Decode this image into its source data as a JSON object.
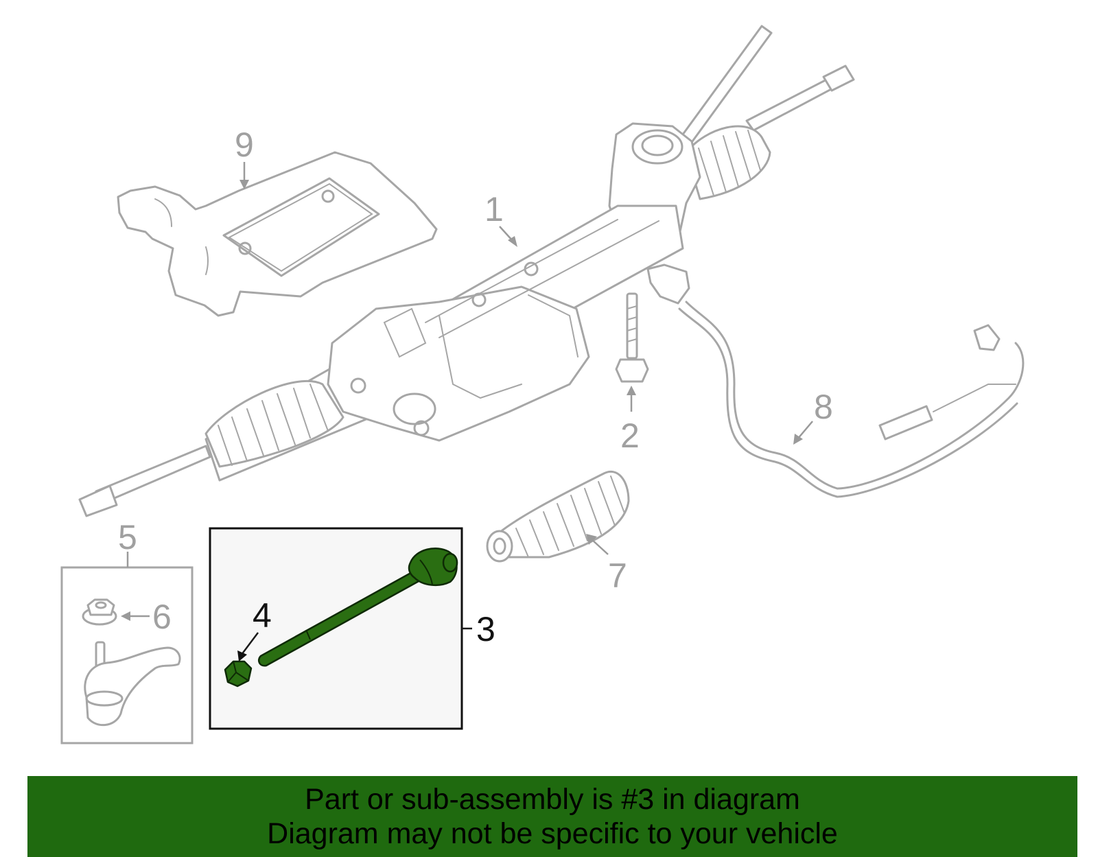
{
  "callouts": {
    "c1": "1",
    "c2": "2",
    "c3": "3",
    "c4": "4",
    "c5": "5",
    "c6": "6",
    "c7": "7",
    "c8": "8",
    "c9": "9"
  },
  "banner": {
    "line1": "Part or sub-assembly is #3 in diagram",
    "line2": "Diagram may not be specific to your vehicle"
  },
  "colors": {
    "highlight": "#2a6e12",
    "banner": "#1f6a0f",
    "part_outline": "#a6a6a6"
  }
}
